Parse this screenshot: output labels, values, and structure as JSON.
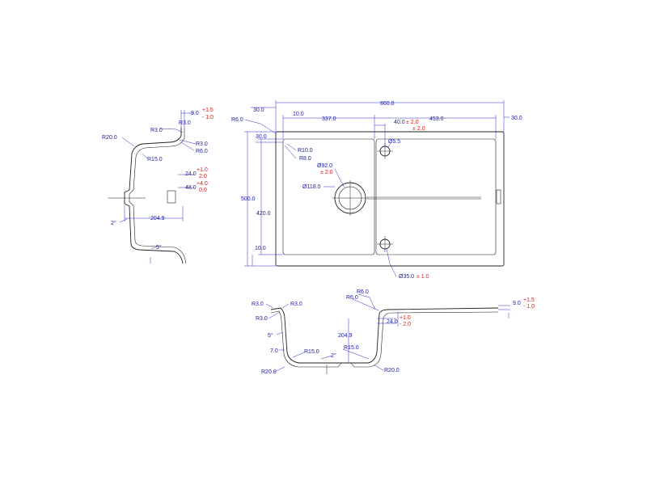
{
  "colors": {
    "dimension": "#1a1aa8",
    "tolerance": "#e01818",
    "object": "#222222",
    "dimline": "#2a2ac8"
  },
  "plan": {
    "overall_width": "860.0",
    "flange_left": "30.0",
    "flange_right": "30.0",
    "flange_top": "30.0",
    "bowl_offset_10": "10.0",
    "bowl_width": "337.0",
    "drainer_width": "453.0",
    "tap_offset": "40.0",
    "tap_offset_tol1": "± 2.0",
    "tap_offset_tol2": "± 2.0",
    "tap_dia": "Ø5.5",
    "corner_r6": "R6.0",
    "r10": "R10.0",
    "r8": "R8.0",
    "waste_dia92": "Ø92.0",
    "waste_dia92_tol": "± 2.0",
    "waste_dia118": "Ø118.0",
    "overall_depth": "500.0",
    "bowl_depth": "420.0",
    "bottom_offset": "10.0",
    "overflow_dia": "Ø35.0",
    "overflow_tol": "± 1.0"
  },
  "side": {
    "top_thk": "9.0",
    "top_thk_tol_plus": "+1.5",
    "top_thk_tol_minus": "- 1.0",
    "r3_top": "R3.0",
    "r3_top2": "R3.0",
    "r3_mid": "R3.0",
    "r6": "R6.0",
    "r20": "R20.0",
    "r15": "R15.0",
    "dim24": "24.0",
    "dim24_tol_plus": "+1.0",
    "dim24_tol_minus": "2.0",
    "dim48": "48.0",
    "dim48_tol_plus": "+4.0",
    "dim48_tol_minus": "0.0",
    "angle2": "2°",
    "depth": "204.9",
    "angle5": "5°"
  },
  "section": {
    "r3_a": "R3.0",
    "r3_b": "R3.0",
    "r3_c": "R3.0",
    "r6_a": "R6.0",
    "r6_b": "R6.0",
    "top_thk": "9.0",
    "top_thk_tol_plus": "+1.5",
    "top_thk_tol_minus": "- 1.0",
    "dim24": "24.0",
    "dim24_tol_plus": "+1.0",
    "dim24_tol_minus": "- 2.0",
    "angle5": "5°",
    "depth": "204.9",
    "dim7": "7.0",
    "r15_a": "R15.0",
    "r15_b": "R15.0",
    "angle2": "2°",
    "r20_a": "R20.0",
    "r20_b": "R20.0"
  }
}
